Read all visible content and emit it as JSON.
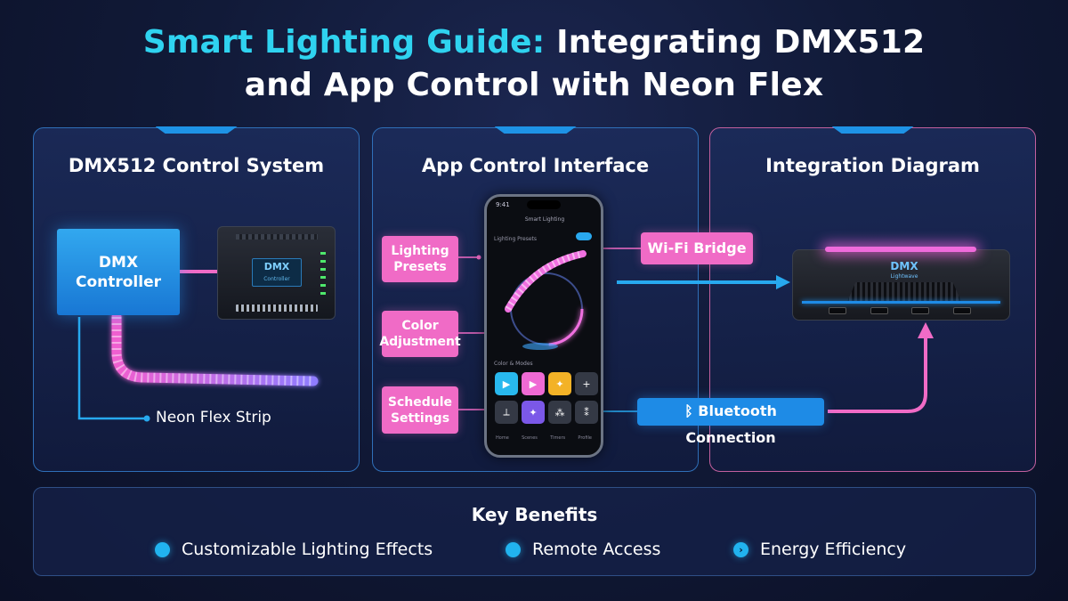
{
  "title": {
    "line1_accent": "Smart Lighting Guide:",
    "line1_rest": " Integrating DMX512",
    "line2": "and App Control with Neon Flex"
  },
  "panels": {
    "dmx": {
      "title": "DMX512 Control System"
    },
    "app": {
      "title": "App Control Interface"
    },
    "integration": {
      "title": "Integration Diagram"
    }
  },
  "dmx_section": {
    "controller_label": "DMX\nController",
    "device_screen": "DMX",
    "device_screen_sub": "Controller",
    "strip_label": "Neon Flex Strip"
  },
  "app_section": {
    "tags": {
      "presets": "Lighting\nPresets",
      "color": "Color\nAdjustment",
      "schedule": "Schedule\nSettings"
    },
    "phone": {
      "time": "9:41",
      "app_title": "Smart Lighting",
      "sub_label": "Lighting Presets",
      "section_label": "Color & Modes",
      "buttons": [
        "▶",
        "▶",
        "✦",
        "+",
        "⟂",
        "✦",
        "⁂",
        "⁑"
      ],
      "nav": [
        "Home",
        "Scenes",
        "Timers",
        "Profile"
      ]
    }
  },
  "integration_section": {
    "wifi_label": "Wi-Fi Bridge",
    "bluetooth_label": "Bluetooth Connection",
    "hub_logo": "DMX",
    "hub_logo_sub": "Lightwave"
  },
  "benefits": {
    "heading": "Key Benefits",
    "items": [
      "Customizable Lighting Effects",
      "Remote Access",
      "Energy Efficiency"
    ]
  },
  "colors": {
    "cyan": "#2fd3f0",
    "pink": "#f06bc6",
    "blue": "#1e8be6",
    "background": "#111a38"
  }
}
